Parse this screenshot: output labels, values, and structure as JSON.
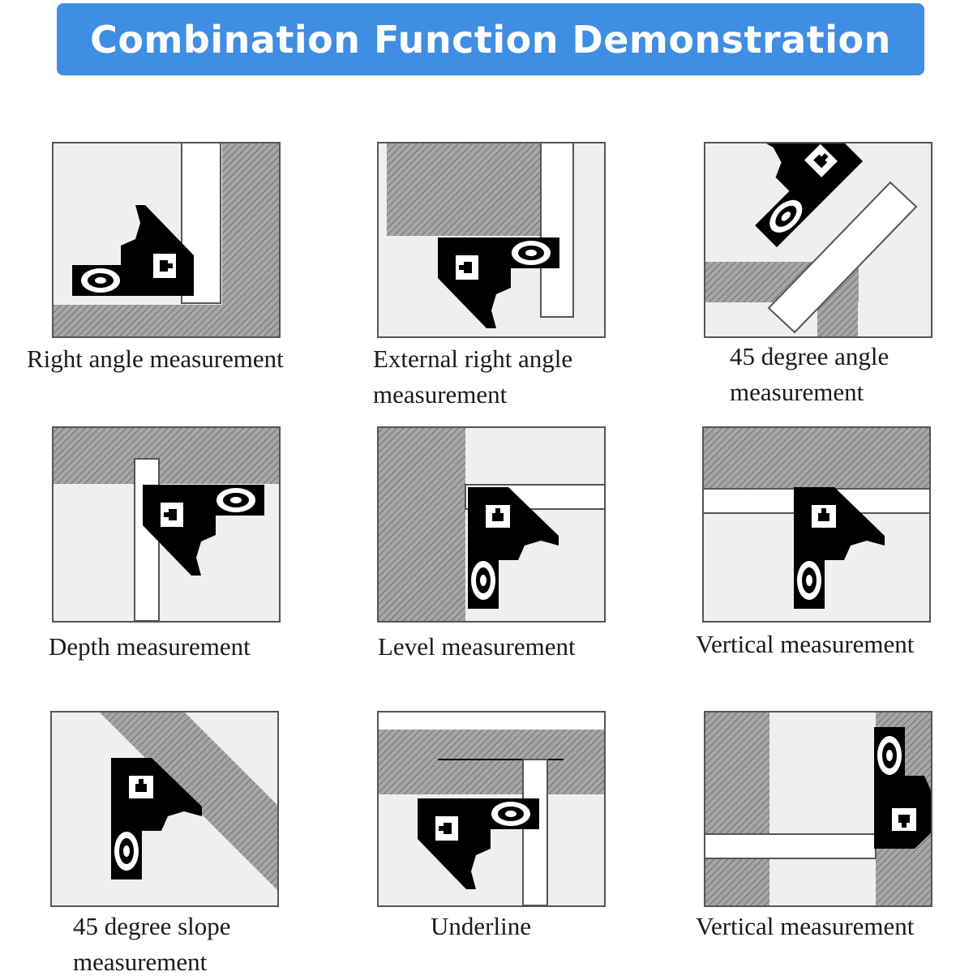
{
  "header": {
    "title": "Combination Function Demonstration"
  },
  "colors": {
    "banner": "#3f8ee3",
    "panel_bg": "#efefef",
    "hatch_bg": "#a6a6a6",
    "tool": "#000000"
  },
  "panels": [
    {
      "icon": "right-angle-diagram",
      "caption": "Right angle measurement"
    },
    {
      "icon": "external-right-angle-diagram",
      "caption_lines": [
        "External right angle",
        "measurement"
      ]
    },
    {
      "icon": "45-degree-angle-diagram",
      "caption_lines": [
        "45 degree angle",
        "measurement"
      ]
    },
    {
      "icon": "depth-diagram",
      "caption": "Depth measurement"
    },
    {
      "icon": "level-diagram",
      "caption": "Level measurement"
    },
    {
      "icon": "vertical-diagram",
      "caption": "Vertical measurement"
    },
    {
      "icon": "45-degree-slope-diagram",
      "caption_lines": [
        "45 degree slope",
        "measurement"
      ]
    },
    {
      "icon": "underline-diagram",
      "caption": "Underline"
    },
    {
      "icon": "vertical-diagram-2",
      "caption": "Vertical measurement"
    }
  ]
}
